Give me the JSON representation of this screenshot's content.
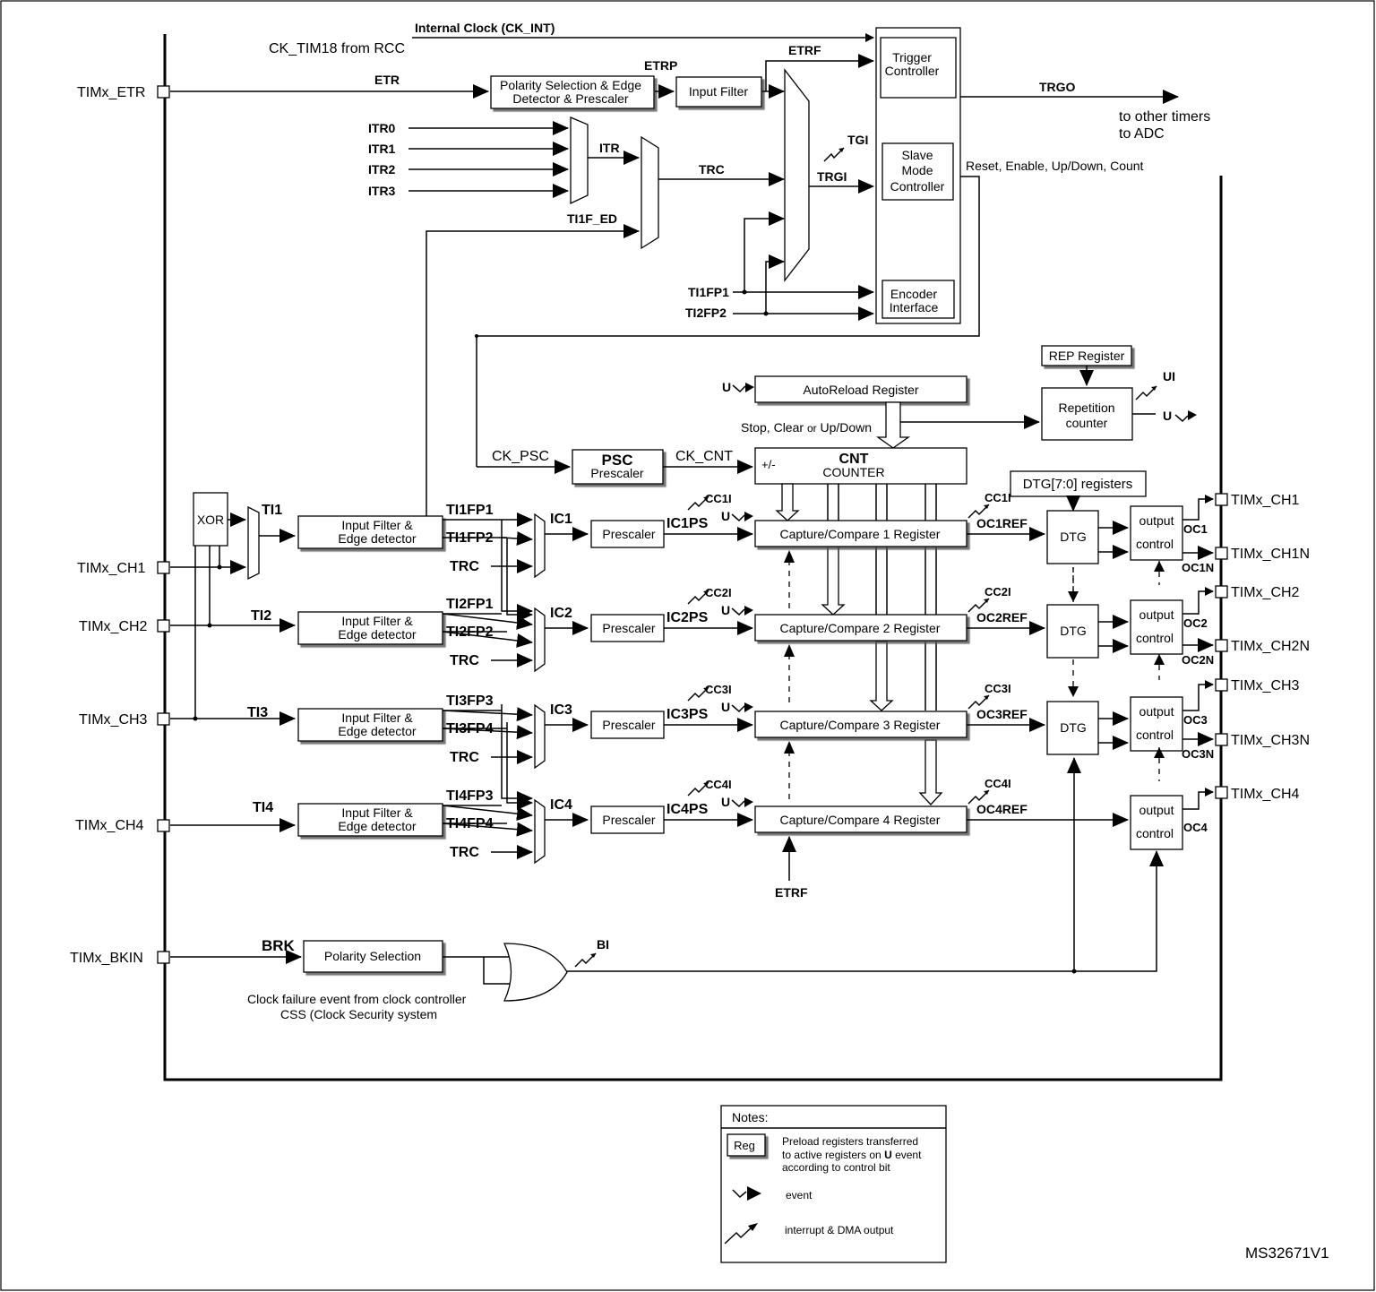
{
  "diagram": {
    "clock_int": "Internal Clock (CK_INT)",
    "ck_from_rcc": "CK_TIM18 from RCC",
    "etr": "ETR",
    "etrp": "ETRP",
    "etrf": "ETRF",
    "etrf_bottom": "ETRF",
    "polarity_box": [
      "Polarity Selection & Edge",
      "Detector & Prescaler"
    ],
    "input_filter": "Input Filter",
    "trigger_controller": [
      "Trigger",
      "Controller"
    ],
    "slave_mode_controller": [
      "Slave",
      "Mode",
      "Controller"
    ],
    "encoder_interface": [
      "Encoder",
      "Interface"
    ],
    "trgo": "TRGO",
    "to_other": [
      "to other timers",
      "to ADC"
    ],
    "reset_line": "Reset, Enable, Up/Down, Count",
    "itr_inputs": [
      "ITR0",
      "ITR1",
      "ITR2",
      "ITR3"
    ],
    "itr": "ITR",
    "trc": "TRC",
    "tgi": "TGI",
    "trgi": "TRGI",
    "ti1f_ed": "TI1F_ED",
    "ti1fp1": "TI1FP1",
    "ti2fp2": "TI2FP2",
    "rep_register": "REP Register",
    "repetition_counter": [
      "Repetition",
      "counter"
    ],
    "ui": "UI",
    "u": "U",
    "autoreload": "AutoReload Register",
    "stop_clear": [
      "Stop, Clear ",
      "or",
      " Up/Down"
    ],
    "ck_psc": "CK_PSC",
    "psc": [
      "PSC",
      "Prescaler"
    ],
    "ck_cnt": "CK_CNT",
    "cnt": [
      "CNT",
      "COUNTER",
      "+/-"
    ],
    "dtg_registers": "DTG[7:0] registers",
    "xor": "XOR",
    "input_filter_edge": [
      "Input Filter &",
      "Edge detector"
    ],
    "prescaler": "Prescaler",
    "dtg": "DTG",
    "output_control": [
      "output",
      "control"
    ],
    "pins": {
      "etr": "TIMx_ETR",
      "ch1": "TIMx_CH1",
      "ch2": "TIMx_CH2",
      "ch3": "TIMx_CH3",
      "ch4": "TIMx_CH4",
      "bkin": "TIMx_BKIN",
      "ch1o": "TIMx_CH1",
      "ch1n": "TIMx_CH1N",
      "ch2o": "TIMx_CH2",
      "ch2n": "TIMx_CH2N",
      "ch3o": "TIMx_CH3",
      "ch3n": "TIMx_CH3N",
      "ch4o": "TIMx_CH4"
    },
    "channels": [
      {
        "ti": "TI1",
        "fp_a": "TI1FP1",
        "fp_b": "TI1FP2",
        "trc": "TRC",
        "ic": "IC1",
        "icps": "IC1PS",
        "cci": "CC1I",
        "reg": "Capture/Compare 1 Register",
        "cc": "CC1I",
        "ocref": "OC1REF",
        "oc": "OC1",
        "ocn": "OC1N"
      },
      {
        "ti": "TI2",
        "fp_a": "TI2FP1",
        "fp_b": "TI2FP2",
        "trc": "TRC",
        "ic": "IC2",
        "icps": "IC2PS",
        "cci": "CC2I",
        "reg": "Capture/Compare 2 Register",
        "cc": "CC2I",
        "ocref": "OC2REF",
        "oc": "OC2",
        "ocn": "OC2N"
      },
      {
        "ti": "TI3",
        "fp_a": "TI3FP3",
        "fp_b": "TI3FP4",
        "trc": "TRC",
        "ic": "IC3",
        "icps": "IC3PS",
        "cci": "CC3I",
        "reg": "Capture/Compare 3 Register",
        "cc": "CC3I",
        "ocref": "OC3REF",
        "oc": "OC3",
        "ocn": "OC3N"
      },
      {
        "ti": "TI4",
        "fp_a": "TI4FP3",
        "fp_b": "TI4FP4",
        "trc": "TRC",
        "ic": "IC4",
        "icps": "IC4PS",
        "cci": "CC4I",
        "reg": "Capture/Compare 4 Register",
        "cc": "CC4I",
        "ocref": "OC4REF",
        "oc": "OC4",
        "ocn": ""
      }
    ],
    "brk": "BRK",
    "polarity_selection": "Polarity Selection",
    "clock_failure": [
      "Clock failure event from clock controller",
      "CSS (Clock Security system"
    ],
    "bi": "BI",
    "notes": {
      "title": "Notes:",
      "reg": "Reg",
      "preload": [
        "Preload registers transferred",
        "to active registers on ",
        "U",
        " event",
        "according to control bit"
      ],
      "event": "event",
      "interrupt": "interrupt & DMA output"
    },
    "figure_id": "MS32671V1"
  }
}
